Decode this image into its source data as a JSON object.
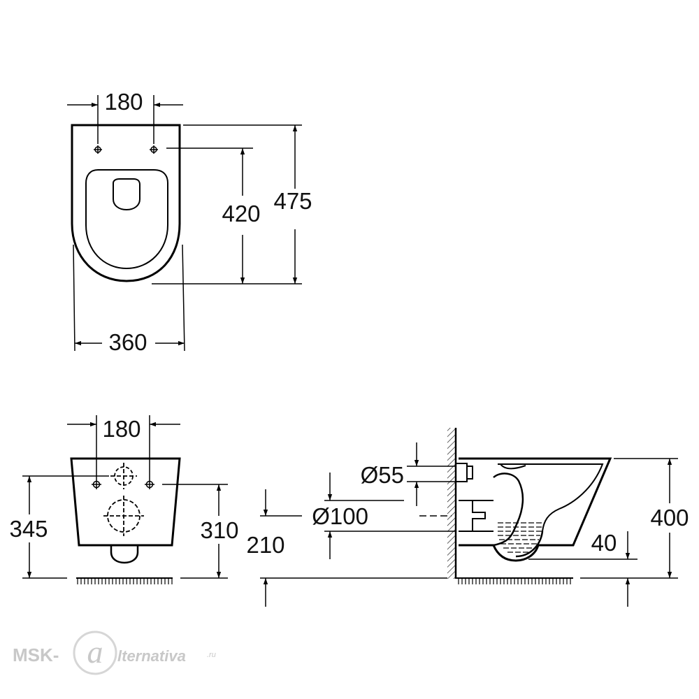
{
  "top_view": {
    "hole_spacing": "180",
    "fixing_to_rim": "420",
    "overall_length": "475",
    "overall_width": "360"
  },
  "front_view": {
    "hole_spacing": "180",
    "left_height": "345",
    "right_height": "310"
  },
  "side_view": {
    "inlet_diameter": "Ø55",
    "outlet_diameter": "Ø100",
    "outlet_height": "210",
    "trap_depth": "40",
    "overall_height": "400"
  },
  "watermark": {
    "text_left": "MSK-",
    "text_right": "lternativa",
    "suffix": ".ru"
  }
}
